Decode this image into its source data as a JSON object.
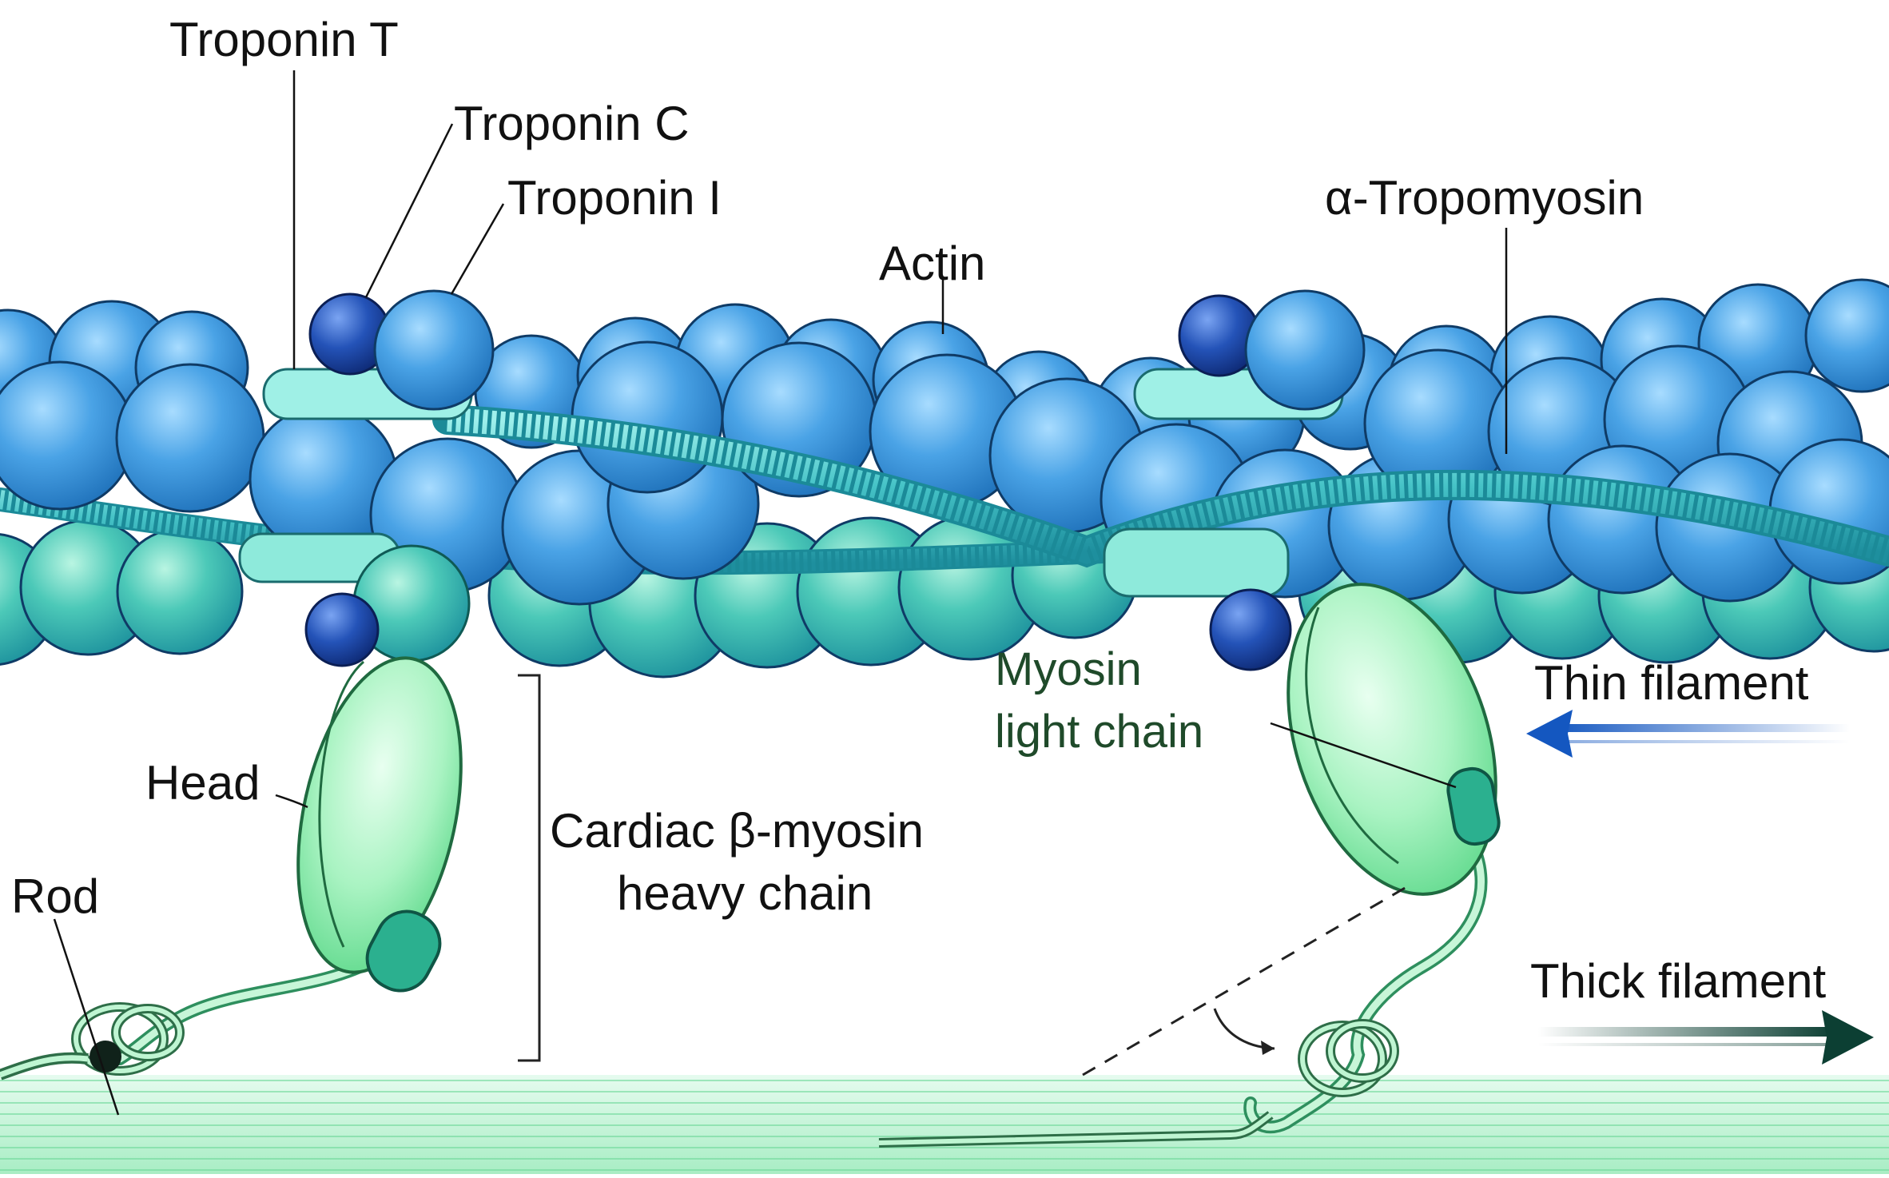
{
  "labels": {
    "troponin_t": "Troponin T",
    "troponin_c": "Troponin C",
    "troponin_i": "Troponin I",
    "actin": "Actin",
    "alpha_tropomyosin": "α-Tropomyosin",
    "head": "Head",
    "rod": "Rod",
    "heavy_chain_line1": "Cardiac β-myosin",
    "heavy_chain_line2": "heavy chain",
    "light_chain_line1": "Myosin",
    "light_chain_line2": "light chain",
    "thin_filament": "Thin filament",
    "thick_filament": "Thick filament"
  },
  "colors": {
    "actin_blue": "#3a93d8",
    "tropomyosin_teal": "#48c4c8",
    "troponin_dark_blue": "#1a3f9a",
    "myosin_green": "#9ef0b4",
    "thick_filament_green": "#7fe3a3",
    "thin_arrow": "#1b5fc4",
    "thick_arrow": "#0f4a3a"
  }
}
